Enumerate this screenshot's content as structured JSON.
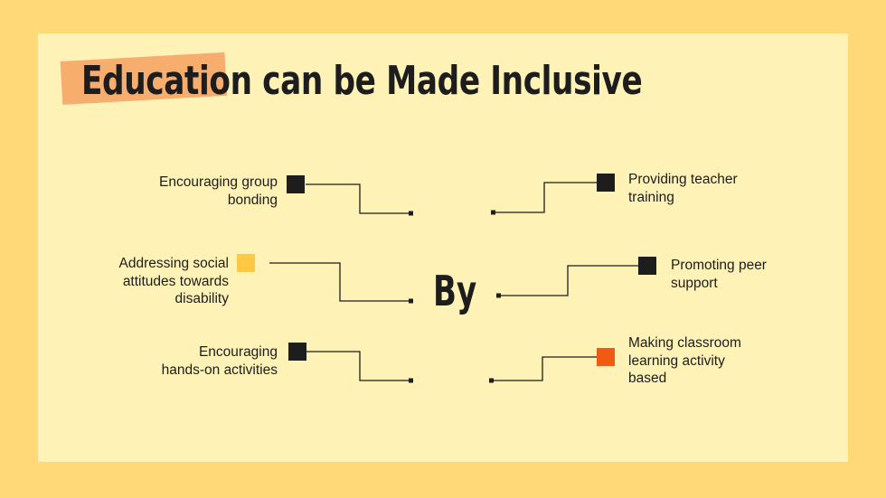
{
  "title": "Education can be Made Inclusive",
  "center_word": "By",
  "colors": {
    "outer_bg": "#FFD877",
    "slide_bg": "#FFF2B7",
    "title_highlight": "#F7AD6E",
    "dark": "#1D1D1D",
    "yellow_marker": "#FFC845",
    "orange_marker": "#F05A12"
  },
  "items": [
    {
      "lines": [
        "Encouraging group",
        "bonding"
      ],
      "marker_color": "#1D1D1D"
    },
    {
      "lines": [
        "Addressing social",
        "attitudes towards",
        "disability"
      ],
      "marker_color": "#FFC845"
    },
    {
      "lines": [
        "Encouraging",
        "hands-on activities"
      ],
      "marker_color": "#1D1D1D"
    },
    {
      "lines": [
        "Providing teacher",
        "training"
      ],
      "marker_color": "#1D1D1D"
    },
    {
      "lines": [
        "Promoting peer",
        "support"
      ],
      "marker_color": "#1D1D1D"
    },
    {
      "lines": [
        "Making classroom",
        "learning activity",
        "based"
      ],
      "marker_color": "#F05A12"
    }
  ]
}
